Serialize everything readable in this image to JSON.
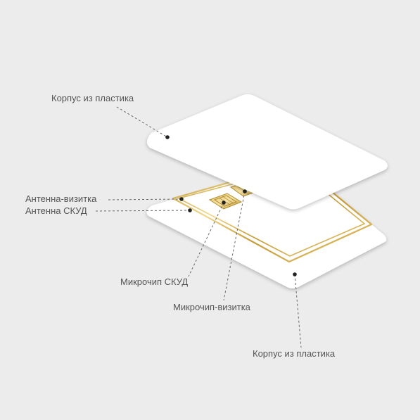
{
  "labels": {
    "top_body": "Корпус из пластика",
    "antenna_card": "Антенна-визитка",
    "antenna_acs": "Антенна СКУД",
    "chip_acs": "Микрочип СКУД",
    "chip_card": "Микрочип-визитка",
    "bottom_body": "Корпус из пластика"
  },
  "colors": {
    "background": "#ececec",
    "card": "#ffffff",
    "gold": "#c9a640",
    "leader": "#666666",
    "text": "#555555"
  }
}
